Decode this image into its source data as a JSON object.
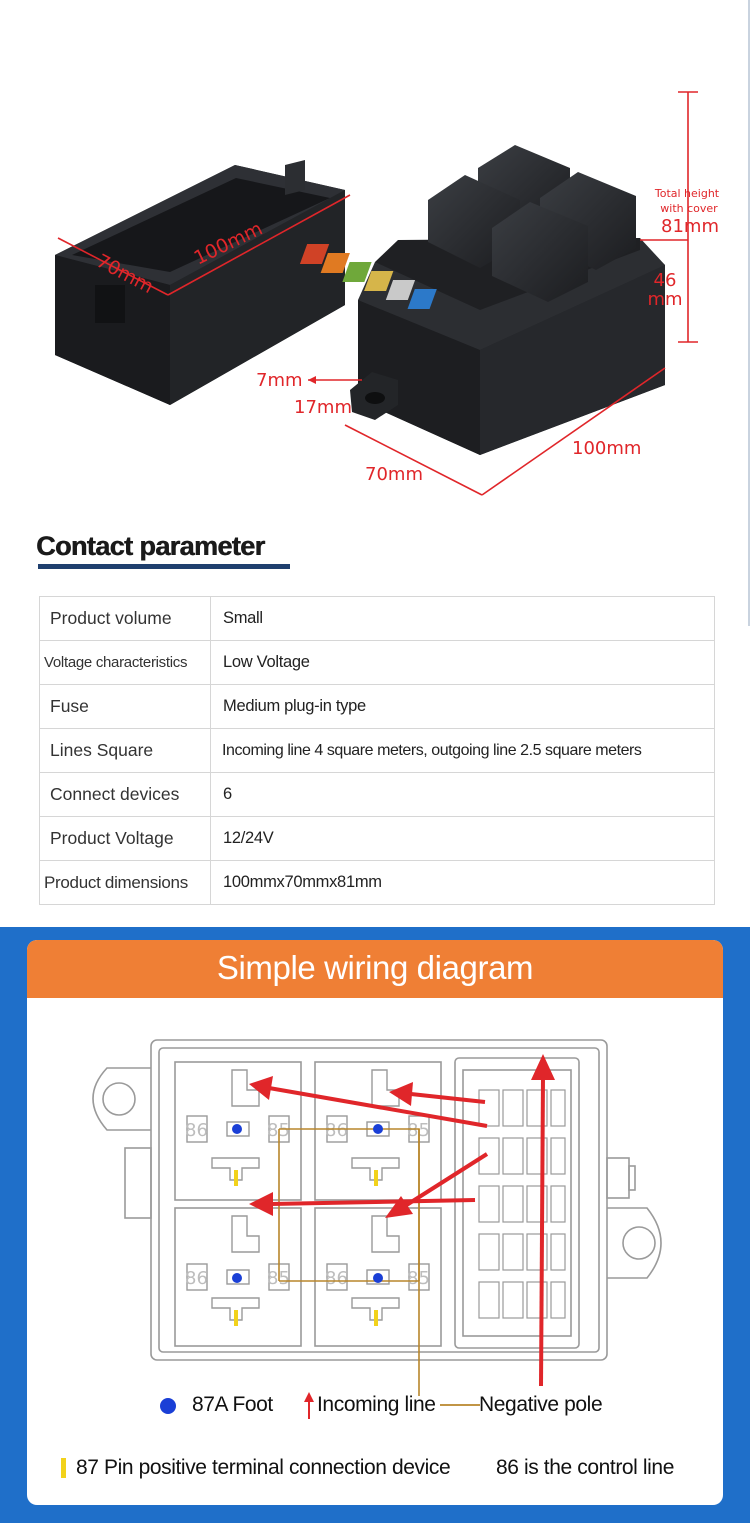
{
  "photo": {
    "dimensions": {
      "lid_width": "70mm",
      "lid_length": "100mm",
      "total_height_line1": "Total height",
      "total_height_line2": "with cover",
      "total_height_value": "81mm",
      "body_height_value": "46",
      "body_height_unit": "mm",
      "tab_hole": "7mm",
      "tab_length": "17mm",
      "base_length": "100mm",
      "base_width": "70mm"
    }
  },
  "contact_parameter": {
    "title": "Contact parameter",
    "rows": [
      {
        "key": "Product volume",
        "value": "Small"
      },
      {
        "key": "Voltage characteristics",
        "value": "Low Voltage"
      },
      {
        "key": "Fuse",
        "value": "Medium plug-in type"
      },
      {
        "key": "Lines Square",
        "value": "Incoming line 4 square meters, outgoing line 2.5 square meters"
      },
      {
        "key": "Connect devices",
        "value": "6"
      },
      {
        "key": "Product Voltage",
        "value": "12/24V"
      },
      {
        "key": "Product dimensions",
        "value": "100mmx70mmx81mm"
      }
    ]
  },
  "wiring": {
    "title": "Simple wiring diagram",
    "relay_pin_labels": {
      "left": "86",
      "right": "85"
    },
    "legend": {
      "foot": "87A Foot",
      "incoming": "Incoming line",
      "negative": "Negative pole",
      "pin87": "87 Pin positive terminal connection device",
      "control": "86 is the control line"
    },
    "colors": {
      "arrow": "#e0262a",
      "foot_dot": "#1a3fd6",
      "negative_line": "#b8862b",
      "pin87": "#f2d21b",
      "header": "#ef7f35",
      "background": "#1f6fc9"
    }
  }
}
